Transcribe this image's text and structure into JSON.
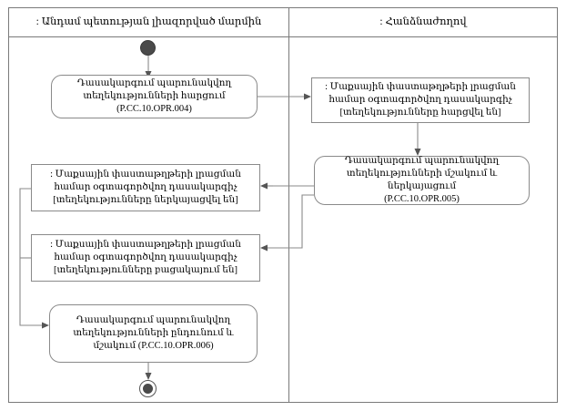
{
  "diagram": {
    "type": "uml-activity-diagram-with-swimlanes",
    "lanes": [
      {
        "id": "member-state",
        "title": ": Անդամ պետության լիազորված մարմին"
      },
      {
        "id": "commission",
        "title": ": Հանձնաժողով"
      }
    ]
  },
  "nodes": {
    "initial": {
      "name": "initial-node"
    },
    "final": {
      "name": "final-node"
    },
    "request_info": {
      "lines": [
        "Դասակարգում պարունակվող",
        "տեղեկությունների հարցում",
        "(P.CC.10.OPR.004)"
      ],
      "code": "P.CC.10.OPR.004"
    },
    "object_requested": {
      "lines": [
        ": Մաքսային փաստաթղթերի լրացման",
        "համար օգտագործվող դասակարգիչ",
        "[տեղեկությունները հարցվել են]"
      ],
      "state": "[տեղեկությունները հարցվել են]"
    },
    "process_and_present": {
      "lines": [
        "Դասակարգում պարունակվող",
        "տեղեկությունների մշակում և ներկայացում",
        "(P.CC.10.OPR.005)"
      ],
      "code": "P.CC.10.OPR.005"
    },
    "object_presented": {
      "lines": [
        ": Մաքսային փաստաթղթերի լրացման",
        "համար օգտագործվող դասակարգիչ",
        "[տեղեկությունները ներկայացվել են]"
      ],
      "state": "[տեղեկությունները ներկայացվել են]"
    },
    "object_absent": {
      "lines": [
        ": Մաքսային փաստաթղթերի լրացման",
        "համար օգտագործվող դասակարգիչ",
        "[տեղեկությունները բացակայում են]"
      ],
      "state": "[տեղեկությունները բացակայում են]"
    },
    "receive_and_process": {
      "lines": [
        "Դասակարգում պարունակվող",
        "տեղեկությունների ընդունում և",
        "մշակում (P.CC.10.OPR.006)"
      ],
      "code": "P.CC.10.OPR.006"
    }
  },
  "colors": {
    "frame_stroke": "#7a7a7a",
    "node_stroke": "#8a8a8a",
    "edge_stroke": "#8a8a8a",
    "control_fill": "#4a4a4a",
    "background": "#ffffff",
    "text": "#000000"
  }
}
